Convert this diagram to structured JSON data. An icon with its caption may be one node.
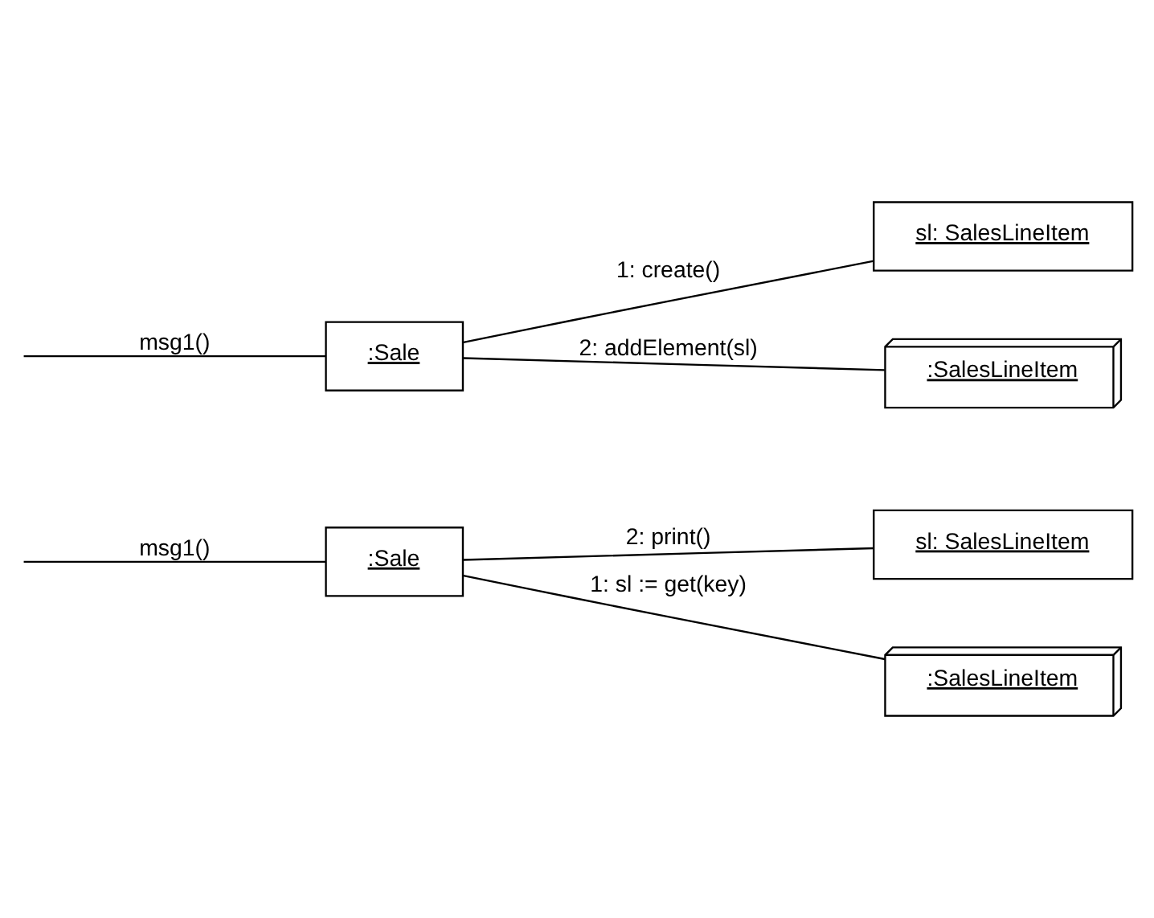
{
  "diagram": {
    "nodes": [
      {
        "text": [
          ":Sale"
        ]
      },
      {
        "text": [
          "sl: SalesLineItem"
        ]
      },
      {
        "text": [
          ":SalesLineItem"
        ]
      },
      {
        "text": [
          ":Sale"
        ]
      },
      {
        "text": [
          "sl: SalesLineItem"
        ]
      },
      {
        "text": [
          ":SalesLineItem"
        ]
      }
    ],
    "edges": [
      {
        "from": null,
        "to": 0,
        "arrow": "none",
        "label": "msg1()"
      },
      {
        "from": 0,
        "to": 1,
        "arrow": "none",
        "label": "1: create()"
      },
      {
        "from": 0,
        "to": 2,
        "arrow": "none",
        "label": "2: addElement(sl)"
      },
      {
        "from": null,
        "to": 3,
        "arrow": "none",
        "label": "msg1()"
      },
      {
        "from": 3,
        "to": 4,
        "arrow": "none",
        "label": "2: print()"
      },
      {
        "from": 3,
        "to": 5,
        "arrow": "none",
        "label": "1: sl := get(key)"
      }
    ]
  }
}
